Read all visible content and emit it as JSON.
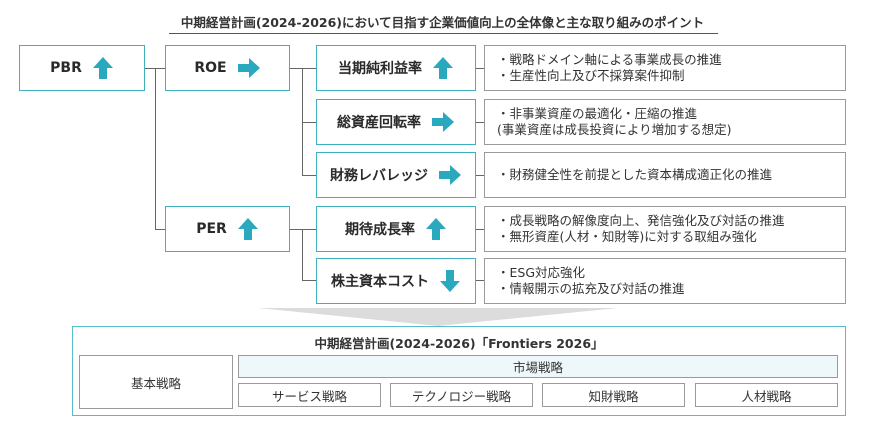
{
  "title": "中期経営計画(2024-2026)において目指す企業価値向上の全体像と主な取り組みのポイント",
  "colors": {
    "accent": "#2aa8bd",
    "box_border": "#3fb0be",
    "line": "#666666"
  },
  "tree": {
    "pbr": {
      "label": "PBR",
      "arrow": "up"
    },
    "roe": {
      "label": "ROE",
      "arrow": "right"
    },
    "per": {
      "label": "PER",
      "arrow": "up"
    },
    "drivers": [
      {
        "label": "当期純利益率",
        "arrow": "up",
        "points": [
          "・戦略ドメイン軸による事業成長の推進",
          "・生産性向上及び不採算案件抑制"
        ]
      },
      {
        "label": "総資産回転率",
        "arrow": "right",
        "points": [
          "・非事業資産の最適化・圧縮の推進",
          "(事業資産は成長投資により増加する想定)"
        ]
      },
      {
        "label": "財務レバレッジ",
        "arrow": "right",
        "points": [
          "・財務健全性を前提とした資本構成適正化の推進"
        ]
      },
      {
        "label": "期待成長率",
        "arrow": "up",
        "points": [
          "・成長戦略の解像度向上、発信強化及び対話の推進",
          "・無形資産(人材・知財等)に対する取組み強化"
        ]
      },
      {
        "label": "株主資本コスト",
        "arrow": "down",
        "points": [
          "・ESG対応強化",
          "・情報開示の拡充及び対話の推進"
        ]
      }
    ]
  },
  "plan": {
    "title": "中期経営計画(2024-2026)「Frontiers 2026」",
    "basic_strategy": "基本戦略",
    "market_strategy": "市場戦略",
    "sub_strategies": [
      "サービス戦略",
      "テクノロジー戦略",
      "知財戦略",
      "人材戦略"
    ]
  }
}
